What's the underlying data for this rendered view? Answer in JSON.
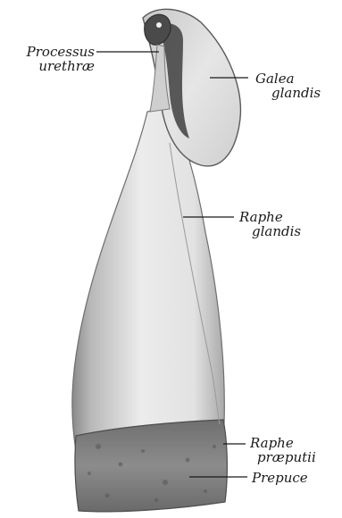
{
  "figure": {
    "labels": {
      "processus_line1": "Processus",
      "processus_line2": "urethræ",
      "galea_line1": "Galea",
      "galea_line2": "glandis",
      "raphe_glandis_line1": "Raphe",
      "raphe_glandis_line2": "glandis",
      "raphe_praeputii_line1": "Raphe",
      "raphe_praeputii_line2": "præputii",
      "prepuce": "Prepuce"
    }
  }
}
